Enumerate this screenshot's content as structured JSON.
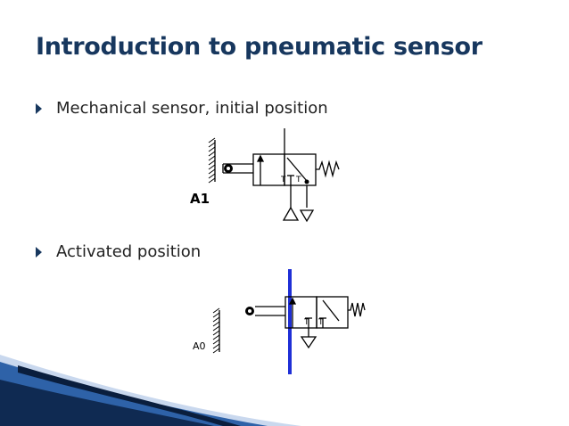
{
  "slide": {
    "title": "Introduction to pneumatic sensor",
    "bullets": [
      {
        "text": "Mechanical sensor, initial position"
      },
      {
        "text": "Activated position"
      }
    ],
    "diagram1": {
      "label": "A1",
      "port_mark": "T"
    },
    "diagram2": {
      "label": "A0",
      "port_mark": "T"
    }
  },
  "colors": {
    "title": "#17375E",
    "signal_line": "#1F2FD6",
    "wave_dark": "#0F2A52",
    "wave_mid": "#2E62A8",
    "wave_light": "#C9D8EE"
  }
}
